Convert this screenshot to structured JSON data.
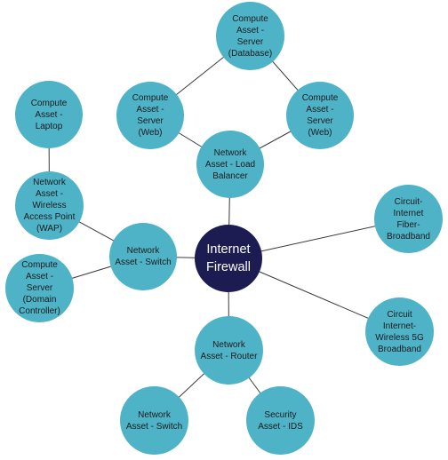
{
  "colors": {
    "node_fill": "#4fb3c8",
    "center_fill": "#1c1c52",
    "edge": "#3a3a3a",
    "node_text": "#1a1a1a",
    "center_text": "#ffffff"
  },
  "nodes": {
    "internet_firewall": "Internet\nFirewall",
    "load_balancer": "Network\nAsset - Load\nBalancer",
    "server_database": "Compute\nAsset -\nServer\n(Database)",
    "server_web_left": "Compute\nAsset -\nServer\n(Web)",
    "server_web_right": "Compute\nAsset -\nServer\n(Web)",
    "laptop": "Compute\nAsset -\nLaptop",
    "wap": "Network\nAsset - Wireless\nAccess Point\n(WAP)",
    "switch_main": "Network\nAsset - Switch",
    "domain_controller": "Compute\nAsset -\nServer\n(Domain\nController)",
    "fiber": "Circuit-\nInternet\nFiber-\nBroadband",
    "wireless_5g": "Circuit\nInternet-\nWireless 5G\nBroadband",
    "router": "Network\nAsset - Router",
    "switch_bottom": "Network\nAsset - Switch",
    "ids": "Security\nAsset - IDS"
  },
  "edges": [
    [
      "internet_firewall",
      "load_balancer"
    ],
    [
      "internet_firewall",
      "fiber"
    ],
    [
      "internet_firewall",
      "wireless_5g"
    ],
    [
      "internet_firewall",
      "router"
    ],
    [
      "internet_firewall",
      "switch_main"
    ],
    [
      "load_balancer",
      "server_web_left"
    ],
    [
      "load_balancer",
      "server_web_right"
    ],
    [
      "server_web_left",
      "server_database"
    ],
    [
      "server_web_right",
      "server_database"
    ],
    [
      "switch_main",
      "wap"
    ],
    [
      "switch_main",
      "domain_controller"
    ],
    [
      "wap",
      "laptop"
    ],
    [
      "router",
      "switch_bottom"
    ],
    [
      "router",
      "ids"
    ]
  ]
}
